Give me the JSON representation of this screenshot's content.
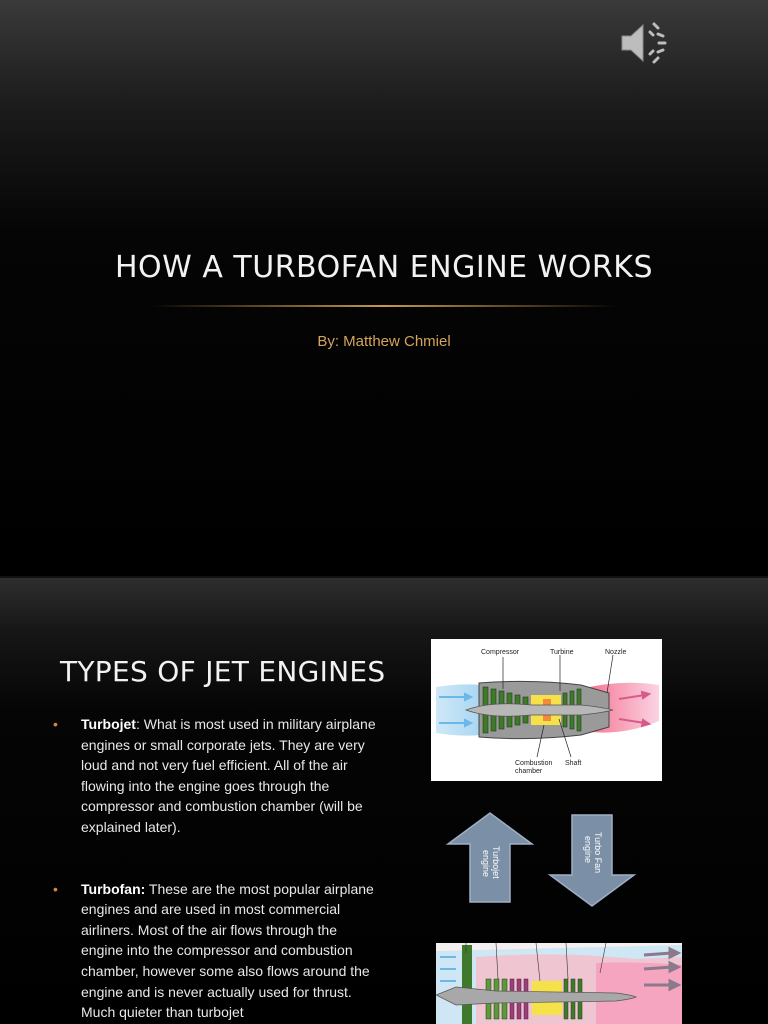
{
  "slide1": {
    "title": "HOW A TURBOFAN ENGINE WORKS",
    "subtitle": "By: Matthew Chmiel"
  },
  "slide2": {
    "heading": "TYPES OF JET ENGINES",
    "bullets": [
      {
        "term": "Turbojet",
        "text": ": What is most used in military airplane engines or small corporate jets. They are very loud and not very fuel efficient. All of the air flowing into the engine goes through the compressor and combustion chamber (will be explained later)."
      },
      {
        "term": "Turbofan:",
        "text": " These are the most popular airplane engines and are used in most commercial airliners.  Most of the air flows through the engine into the compressor and combustion chamber, however some also flows around the engine and is never actually used for thrust.  Much quieter than turbojet"
      }
    ],
    "diagram_labels": {
      "compressor": "Compressor",
      "turbine": "Turbine",
      "nozzle": "Nozzle",
      "combustion_line1": "Combustion",
      "combustion_line2": "chamber",
      "shaft": "Shaft"
    },
    "arrow_up_lines": [
      "Turbojet",
      "engine"
    ],
    "arrow_down_lines": [
      "Turbo Fan",
      "engine"
    ]
  },
  "icons": {
    "speaker": "speaker-icon"
  },
  "colors": {
    "accent": "#d6a45a",
    "arrow_fill": "#7b8fa6",
    "background": "#000000"
  }
}
